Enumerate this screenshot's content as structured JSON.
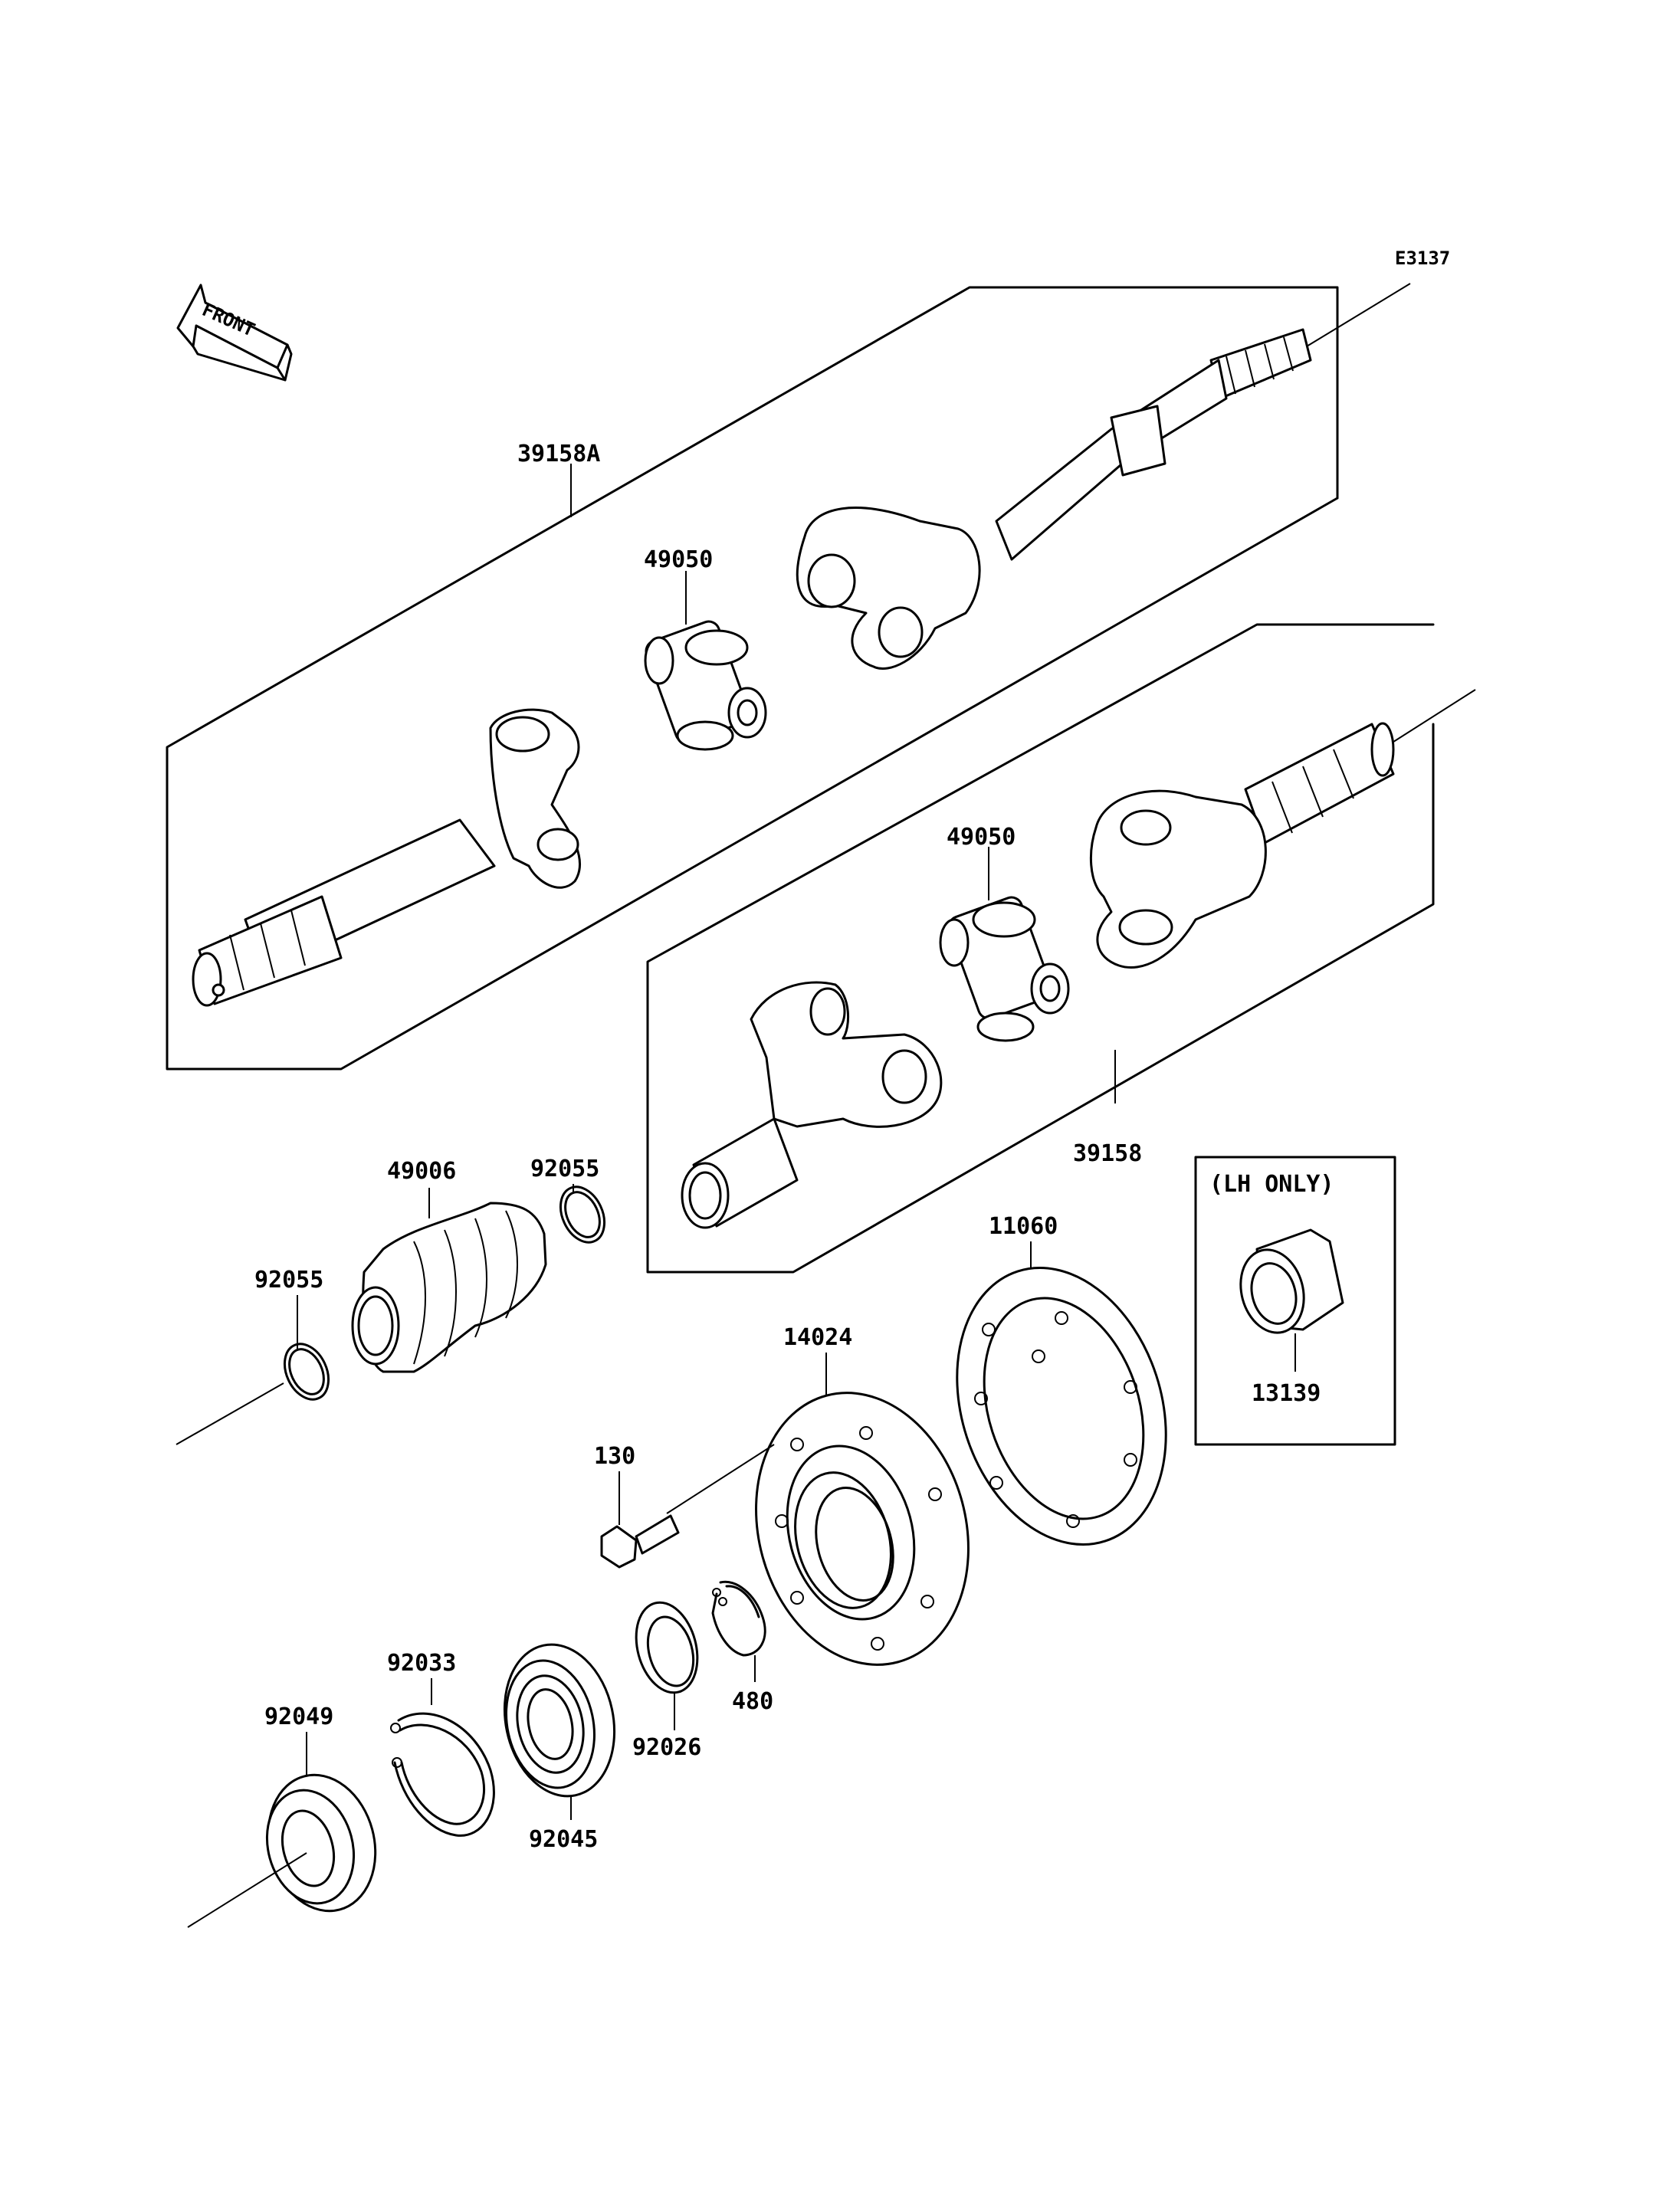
{
  "diagram_code": "E3137",
  "front_label": "FRONT",
  "lh_only_label": "(LH ONLY)",
  "parts": {
    "p39158A": "39158A",
    "p49050_upper": "49050",
    "p49050_lower": "49050",
    "p39158": "39158",
    "p92055_upper": "92055",
    "p49006": "49006",
    "p92055_lower": "92055",
    "p11060": "11060",
    "p14024": "14024",
    "p130": "130",
    "p13139": "13139",
    "p92033": "92033",
    "p92049": "92049",
    "p92045": "92045",
    "p92026": "92026",
    "p480": "480"
  }
}
